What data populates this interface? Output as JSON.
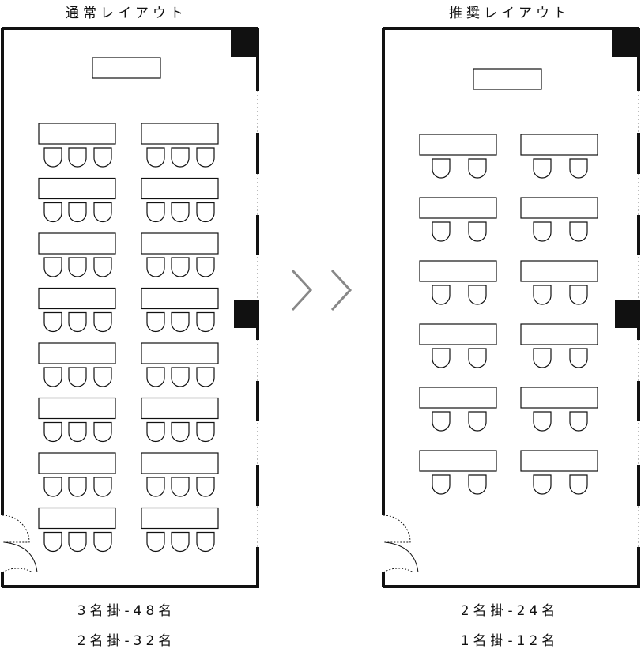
{
  "colors": {
    "line": "#111111",
    "background": "#ffffff"
  },
  "normal": {
    "title": "通常レイアウト",
    "capacity_lines": [
      "3名掛-48名",
      "2名掛-32名"
    ],
    "table_rows": 8,
    "tables_per_row": 2,
    "seats_per_table": 3
  },
  "recommended": {
    "title": "推奨レイアウト",
    "capacity_lines": [
      "2名掛-24名",
      "1名掛-12名"
    ],
    "table_rows": 6,
    "tables_per_row": 2,
    "seats_per_table": 2
  },
  "icons": {
    "transition": "double-chevron-right-icon"
  }
}
